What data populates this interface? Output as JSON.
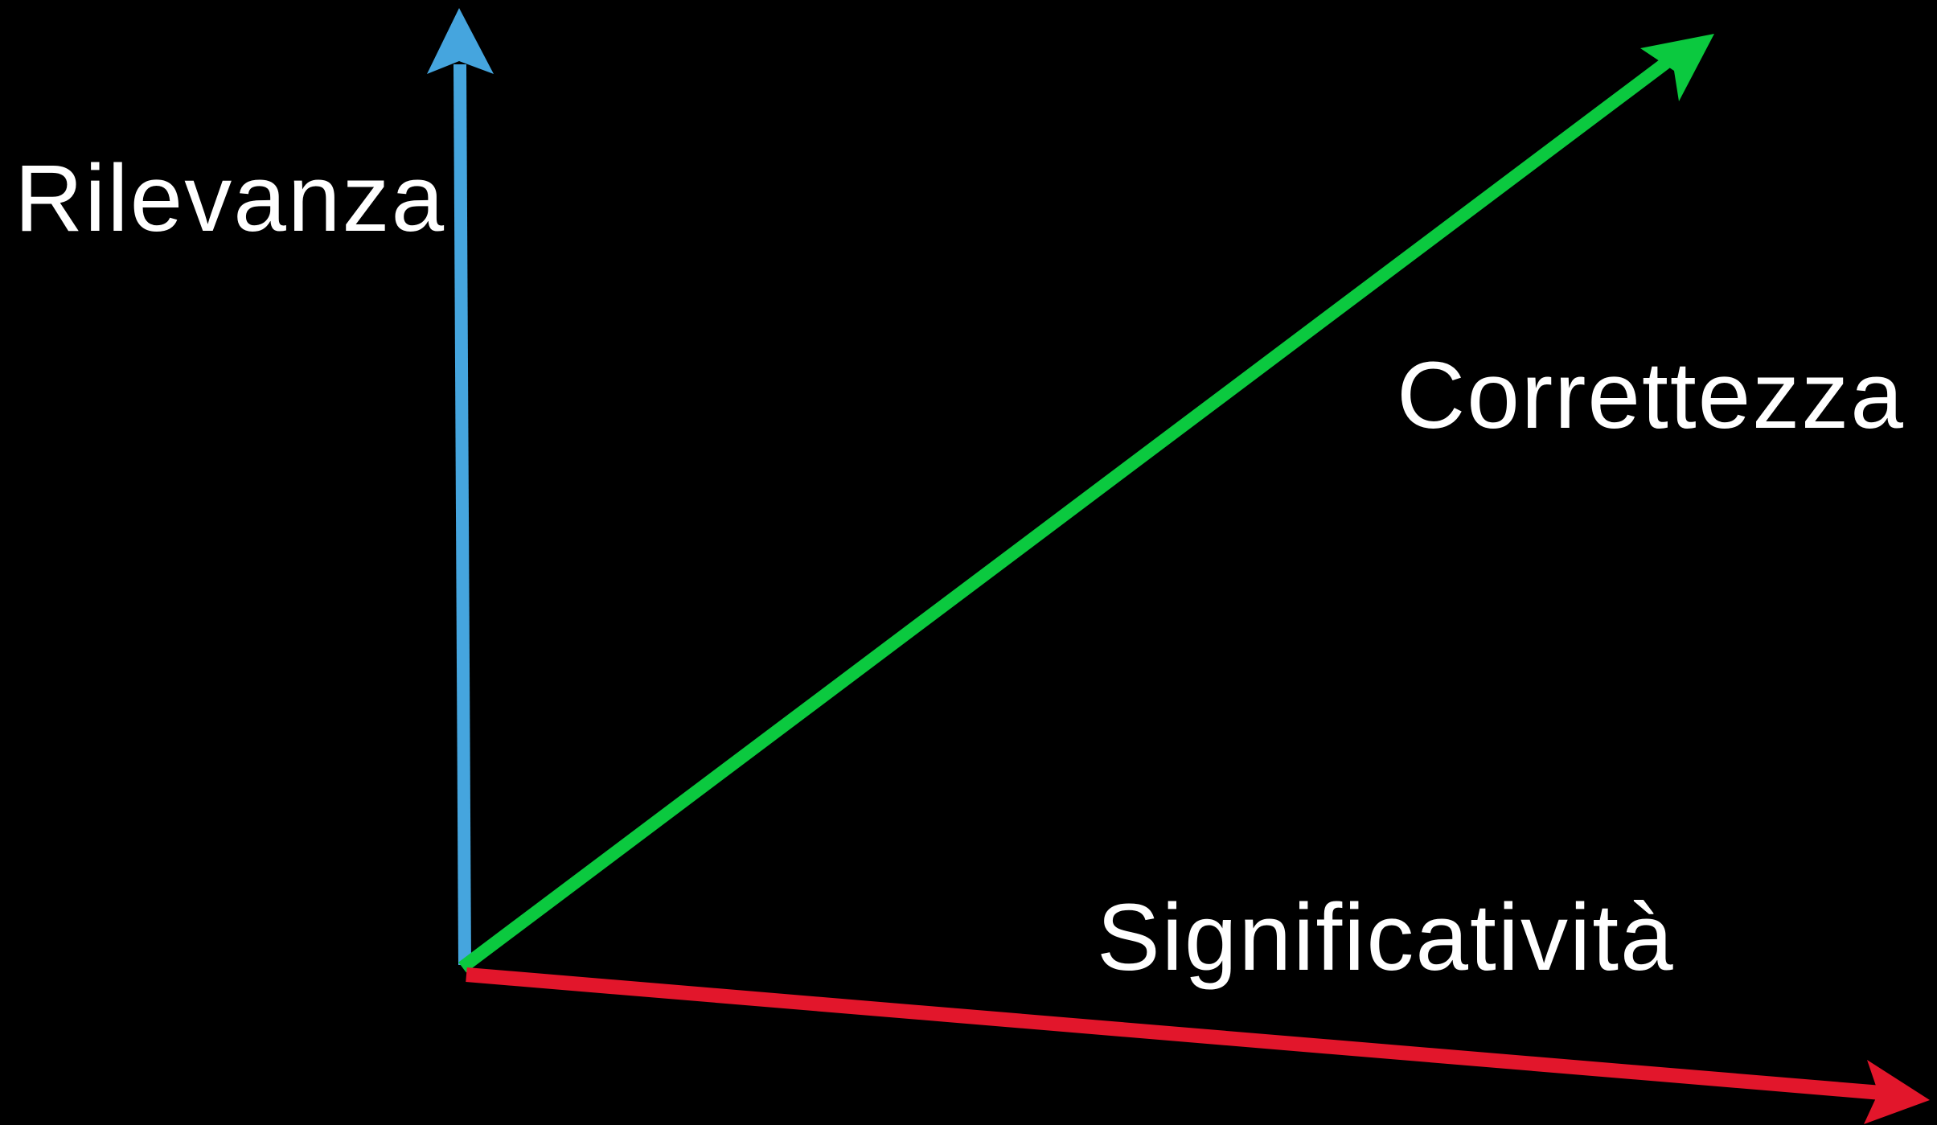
{
  "background": "#000000",
  "text_color": "#ffffff",
  "vectors": [
    {
      "id": "rilevanza",
      "label": "Rilevanza",
      "color": "#45A5DE"
    },
    {
      "id": "correttezza",
      "label": "Correttezza",
      "color": "#0BC93F"
    },
    {
      "id": "significativita",
      "label": "Significatività",
      "color": "#E2162B"
    }
  ]
}
